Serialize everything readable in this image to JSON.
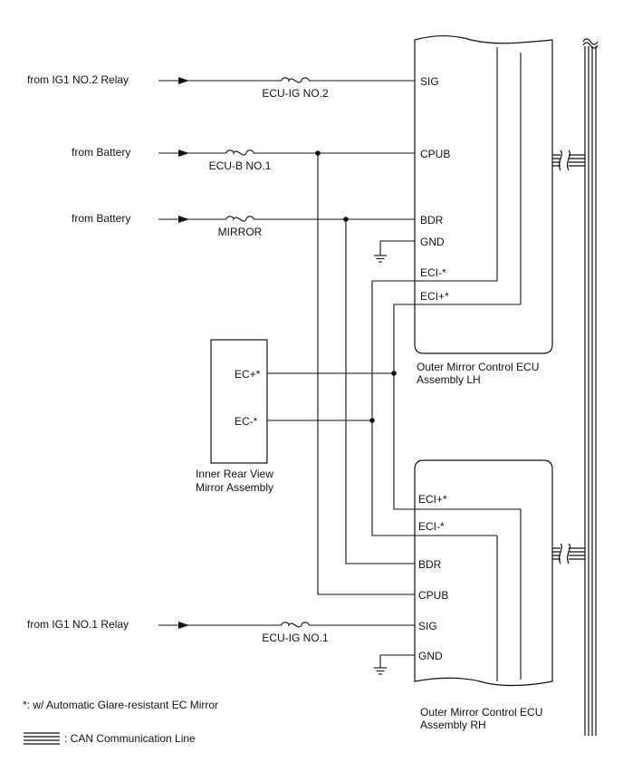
{
  "sources": {
    "ig2": "from IG1 NO.2 Relay",
    "battery_cpub": "from Battery",
    "battery_mirror": "from Battery",
    "ig1": "from IG1 NO.1 Relay"
  },
  "fuses": {
    "ecu_ig2": "ECU-IG NO.2",
    "ecu_b1": "ECU-B NO.1",
    "mirror": "MIRROR",
    "ecu_ig1": "ECU-IG NO.1"
  },
  "lh": {
    "name_line1": "Outer Mirror Control ECU",
    "name_line2": "Assembly LH",
    "pins": {
      "sig": "SIG",
      "cpub": "CPUB",
      "bdr": "BDR",
      "gnd": "GND",
      "eci_minus": "ECI-*",
      "eci_plus": "ECI+*"
    }
  },
  "rh": {
    "name_line1": "Outer Mirror Control ECU",
    "name_line2": "Assembly RH",
    "pins": {
      "eci_plus": "ECI+*",
      "eci_minus": "ECI-*",
      "bdr": "BDR",
      "cpub": "CPUB",
      "sig": "SIG",
      "gnd": "GND"
    }
  },
  "mirror_assy": {
    "name_line1": "Inner Rear View",
    "name_line2": "Mirror Assembly",
    "pins": {
      "ec_plus": "EC+*",
      "ec_minus": "EC-*"
    }
  },
  "notes": {
    "footnote": "*: w/ Automatic Glare-resistant EC Mirror",
    "legend": ": CAN Communication Line"
  }
}
